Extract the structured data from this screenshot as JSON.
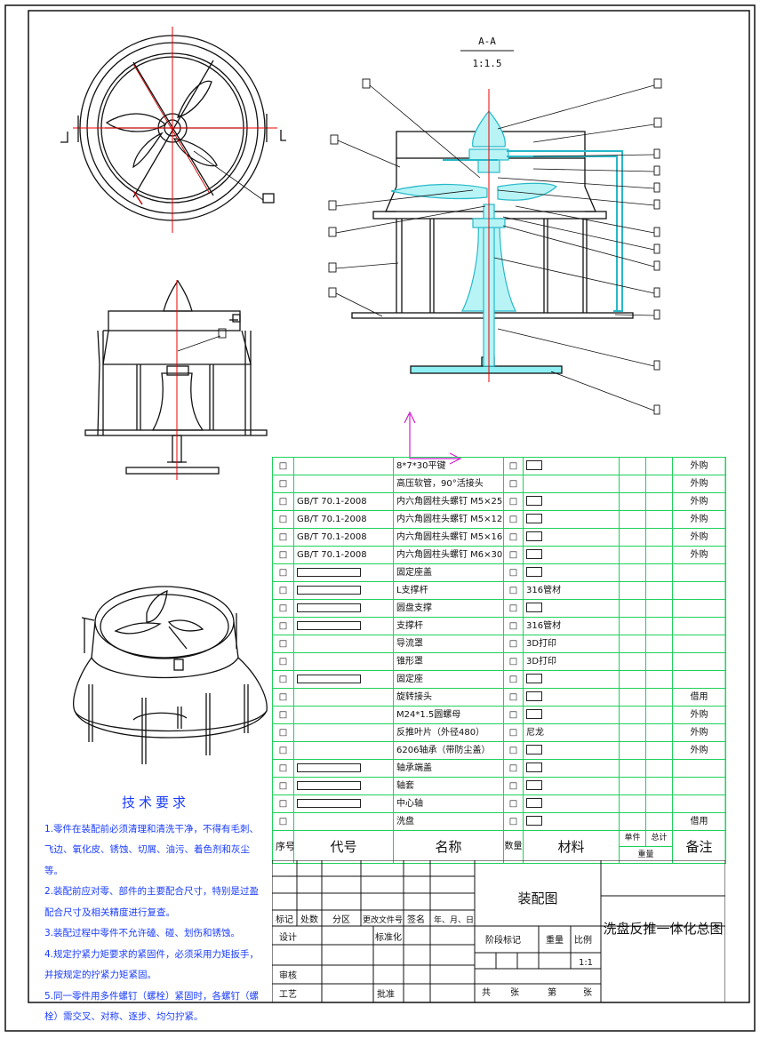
{
  "section": {
    "label": "A-A",
    "scale": "1:1.5"
  },
  "placeholder_glyph": "□",
  "bom_rows": [
    {
      "no": "□",
      "code": "",
      "code_bar": false,
      "name": "8*7*30平键",
      "qty": "□",
      "material": "",
      "mat_box": true,
      "note": "外购"
    },
    {
      "no": "□",
      "code": "",
      "code_bar": false,
      "name": "高压软管，90°活接头",
      "qty": "□",
      "material": "",
      "mat_box": false,
      "note": "外购"
    },
    {
      "no": "□",
      "code": "GB/T 70.1-2008",
      "code_bar": false,
      "name": "内六角圆柱头螺钉 M5×25",
      "qty": "□",
      "material": "",
      "mat_box": true,
      "note": "外购"
    },
    {
      "no": "□",
      "code": "GB/T 70.1-2008",
      "code_bar": false,
      "name": "内六角圆柱头螺钉 M5×12",
      "qty": "□",
      "material": "",
      "mat_box": true,
      "note": "外购"
    },
    {
      "no": "□",
      "code": "GB/T 70.1-2008",
      "code_bar": false,
      "name": "内六角圆柱头螺钉 M5×16",
      "qty": "□",
      "material": "",
      "mat_box": true,
      "note": "外购"
    },
    {
      "no": "□",
      "code": "GB/T 70.1-2008",
      "code_bar": false,
      "name": "内六角圆柱头螺钉 M6×30",
      "qty": "□",
      "material": "",
      "mat_box": true,
      "note": "外购"
    },
    {
      "no": "□",
      "code": "",
      "code_bar": true,
      "name": "固定座盖",
      "qty": "□",
      "material": "",
      "mat_box": true,
      "note": ""
    },
    {
      "no": "□",
      "code": "",
      "code_bar": true,
      "name": "L支撑杆",
      "qty": "□",
      "material": "316管材",
      "mat_box": false,
      "note": ""
    },
    {
      "no": "□",
      "code": "",
      "code_bar": true,
      "name": "圆盘支撑",
      "qty": "□",
      "material": "",
      "mat_box": true,
      "note": ""
    },
    {
      "no": "□",
      "code": "",
      "code_bar": true,
      "name": "支撑杆",
      "qty": "□",
      "material": "316管材",
      "mat_box": false,
      "note": ""
    },
    {
      "no": "□",
      "code": "",
      "code_bar": false,
      "name": "导流罩",
      "qty": "□",
      "material": "3D打印",
      "mat_box": false,
      "note": ""
    },
    {
      "no": "□",
      "code": "",
      "code_bar": false,
      "name": "锥形罩",
      "qty": "□",
      "material": "3D打印",
      "mat_box": false,
      "note": ""
    },
    {
      "no": "□",
      "code": "",
      "code_bar": true,
      "name": "固定座",
      "qty": "□",
      "material": "",
      "mat_box": true,
      "note": ""
    },
    {
      "no": "□",
      "code": "",
      "code_bar": false,
      "name": "旋转接头",
      "qty": "□",
      "material": "",
      "mat_box": true,
      "note": "借用"
    },
    {
      "no": "□",
      "code": "",
      "code_bar": false,
      "name": "M24*1.5圆螺母",
      "qty": "□",
      "material": "",
      "mat_box": true,
      "note": "外购"
    },
    {
      "no": "□",
      "code": "",
      "code_bar": false,
      "name": "反推叶片（外径480）",
      "qty": "□",
      "material": "尼龙",
      "mat_box": false,
      "note": "外购"
    },
    {
      "no": "□",
      "code": "",
      "code_bar": false,
      "name": "6206轴承（带防尘盖）",
      "qty": "□",
      "material": "",
      "mat_box": true,
      "note": "外购"
    },
    {
      "no": "□",
      "code": "",
      "code_bar": true,
      "name": "轴承端盖",
      "qty": "□",
      "material": "",
      "mat_box": true,
      "note": ""
    },
    {
      "no": "□",
      "code": "",
      "code_bar": true,
      "name": "轴套",
      "qty": "□",
      "material": "",
      "mat_box": true,
      "note": ""
    },
    {
      "no": "□",
      "code": "",
      "code_bar": true,
      "name": "中心轴",
      "qty": "□",
      "material": "",
      "mat_box": true,
      "note": ""
    },
    {
      "no": "□",
      "code": "",
      "code_bar": false,
      "name": "洗盘",
      "qty": "□",
      "material": "",
      "mat_box": true,
      "note": "借用"
    }
  ],
  "bom_header": {
    "no": "序号",
    "code": "代号",
    "name": "名称",
    "qty": "数量",
    "material": "材料",
    "unit": "单件",
    "total": "总计",
    "weight": "重量",
    "note": "备注"
  },
  "tech": {
    "title": "技术要求",
    "items": [
      "1.零件在装配前必须清理和清洗干净，不得有毛刺、飞边、氧化皮、锈蚀、切屑、油污、着色剂和灰尘等。",
      "2.装配前应对零、部件的主要配合尺寸，特别是过盈配合尺寸及相关精度进行复查。",
      "3.装配过程中零件不允许磕、碰、划伤和锈蚀。",
      "4.规定拧紧力矩要求的紧固件，必须采用力矩扳手，并按规定的拧紧力矩紧固。",
      "5.同一零件用多件螺钉（螺栓）紧固时，各螺钉（螺栓）需交叉、对称、逐步、均匀拧紧。"
    ]
  },
  "title_block": {
    "drawing_type": "装配图",
    "drawing_name": "洗盘反推一体化总图",
    "mark": "标记",
    "count": "处数",
    "zone": "分区",
    "change_doc": "更改文件号",
    "sign": "签名",
    "date": "年、月、日",
    "design": "设计",
    "standard": "标准化",
    "stage_mark": "阶段标记",
    "weight": "重量",
    "scale": "比例",
    "scale_value": "1:1",
    "review": "审核",
    "process": "工艺",
    "approve": "批准",
    "total_sheets": "共",
    "sheets_unit1": "张",
    "sheet_no": "第",
    "sheets_unit2": "张"
  }
}
